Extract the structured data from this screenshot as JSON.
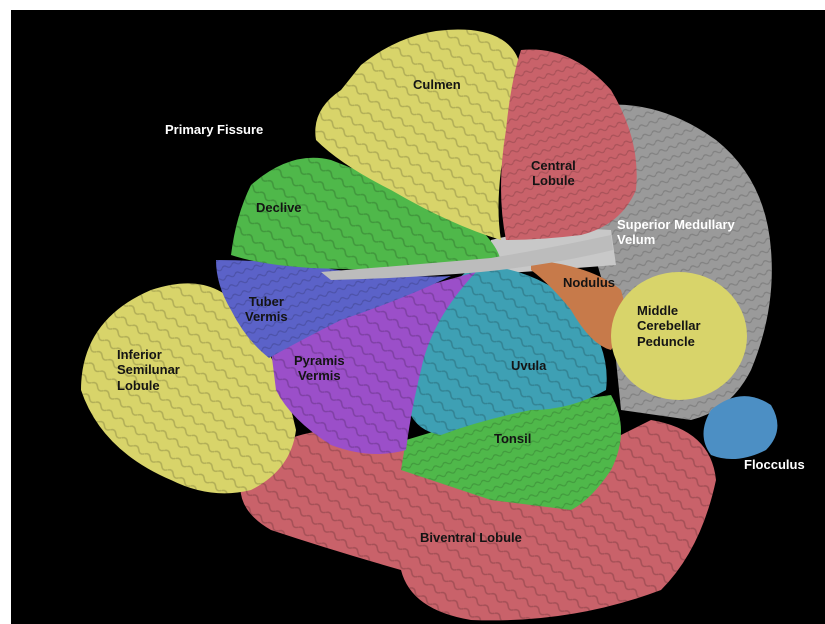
{
  "image": {
    "background": "#000000",
    "region_colors": {
      "yellow": "#d8d46a",
      "red": "#c9626a",
      "green": "#4fb84a",
      "blue": "#5b62c8",
      "purple": "#9b4fc9",
      "cyan": "#3ea0b4",
      "orange": "#c77a4a",
      "gray": "#9a9a9a",
      "light_blue": "#4c8fc4"
    }
  },
  "labels": {
    "culmen": "Culmen",
    "primary_fissure": "Primary Fissure",
    "central_lobule": [
      "Central",
      "Lobule"
    ],
    "declive": "Declive",
    "superior_medullary_velum": [
      "Superior Medullary",
      "Velum"
    ],
    "nodulus": "Nodulus",
    "tuber_vermis": [
      "Tuber",
      "Vermis"
    ],
    "middle_cerebellar_peduncle": [
      "Middle",
      "Cerebellar",
      "Peduncle"
    ],
    "inferior_semilunar_lobule": [
      "Inferior",
      "Semilunar",
      "Lobule"
    ],
    "pyramis_vermis": [
      "Pyramis",
      "Vermis"
    ],
    "uvula": "Uvula",
    "tonsil": "Tonsil",
    "flocculus": "Flocculus",
    "biventral_lobule": "Biventral Lobule"
  }
}
